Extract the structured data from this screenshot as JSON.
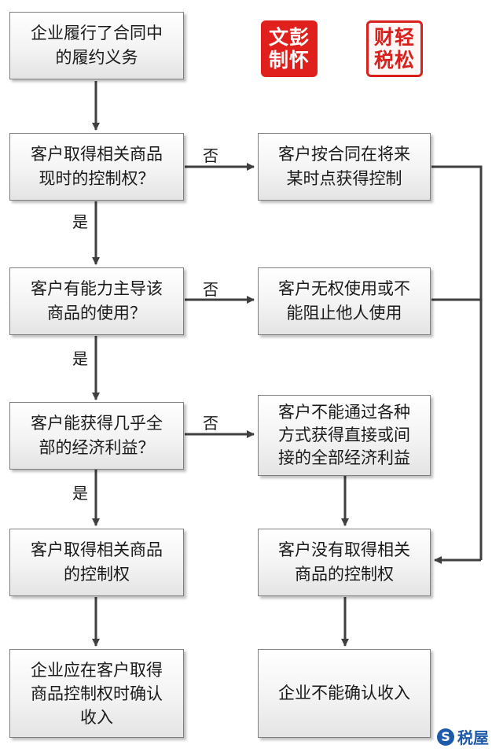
{
  "boxes": {
    "perform_obligation": [
      "企业履行了合同中",
      "的履约义务"
    ],
    "q_obtain_control": [
      "客户取得相关商品",
      "现时的控制权？"
    ],
    "future_control": [
      "客户按合同在将来",
      "某时点获得控制"
    ],
    "q_direct_use": [
      "客户有能力主导该",
      "商品的使用？"
    ],
    "no_right_use": [
      "客户无权使用或不",
      "能阻止他人使用"
    ],
    "q_benefits": [
      "客户能获得几乎全",
      "部的经济利益？"
    ],
    "no_benefits": [
      "客户不能通过各种",
      "方式获得直接或间",
      "接的全部经济利益"
    ],
    "obtained_control": [
      "客户取得相关商品",
      "的控制权"
    ],
    "not_obtained_control": [
      "客户没有取得相关",
      "商品的控制权"
    ],
    "recognize_revenue": [
      "企业应在客户取得",
      "商品控制权时确认",
      "收入"
    ],
    "cannot_recognize": [
      "企业不能确认收入"
    ]
  },
  "labels": {
    "yes": "是",
    "no": "否"
  },
  "stamps": {
    "author": [
      "文彭",
      "制怀"
    ],
    "brand": [
      "财轻",
      "税松"
    ]
  },
  "watermark": {
    "logo": "S",
    "text": "税屋"
  },
  "colors": {
    "line": "#3f3f3f",
    "stamp_red": "#e0201c",
    "watermark_blue": "#1d5aa8"
  }
}
